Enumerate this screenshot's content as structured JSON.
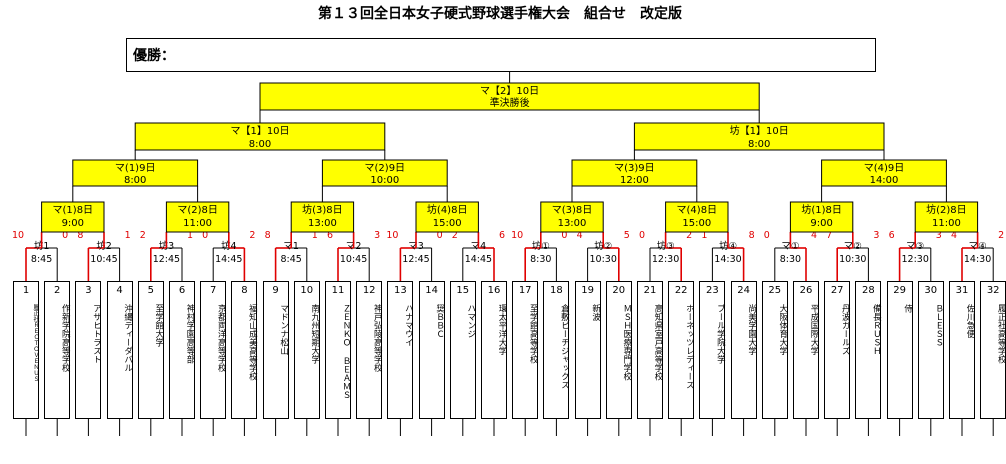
{
  "title": "第１３回全日本女子硬式野球選手権大会　組合せ　改定版",
  "winner_label": "優勝：",
  "final": {
    "line1": "マ【2】10日",
    "line2": "準決勝後"
  },
  "semifinals": [
    {
      "line1": "マ【1】10日",
      "line2": "8:00"
    },
    {
      "line1": "坊【1】10日",
      "line2": "8:00"
    }
  ],
  "quarterfinals": [
    {
      "line1": "マ(1)9日",
      "line2": "8:00"
    },
    {
      "line1": "マ(2)9日",
      "line2": "10:00"
    },
    {
      "line1": "マ(3)9日",
      "line2": "12:00"
    },
    {
      "line1": "マ(4)9日",
      "line2": "14:00"
    }
  ],
  "round16": [
    {
      "line1": "マ(1)8日",
      "line2": "9:00"
    },
    {
      "line1": "マ(2)8日",
      "line2": "11:00"
    },
    {
      "line1": "坊(3)8日",
      "line2": "13:00"
    },
    {
      "line1": "坊(4)8日",
      "line2": "15:00"
    },
    {
      "line1": "マ(3)8日",
      "line2": "13:00"
    },
    {
      "line1": "マ(4)8日",
      "line2": "15:00"
    },
    {
      "line1": "坊(1)8日",
      "line2": "9:00"
    },
    {
      "line1": "坊(2)8日",
      "line2": "11:00"
    }
  ],
  "round32": [
    {
      "line1": "坊1",
      "line2": "8:45"
    },
    {
      "line1": "坊2",
      "line2": "10:45"
    },
    {
      "line1": "坊3",
      "line2": "12:45"
    },
    {
      "line1": "坊4",
      "line2": "14:45"
    },
    {
      "line1": "マ1",
      "line2": "8:45"
    },
    {
      "line1": "マ2",
      "line2": "10:45"
    },
    {
      "line1": "マ3",
      "line2": "12:45"
    },
    {
      "line1": "マ4",
      "line2": "14:45"
    },
    {
      "line1": "坊①",
      "line2": "8:30"
    },
    {
      "line1": "坊②",
      "line2": "10:30"
    },
    {
      "line1": "坊③",
      "line2": "12:30"
    },
    {
      "line1": "坊④",
      "line2": "14:30"
    },
    {
      "line1": "マ①",
      "line2": "8:30"
    },
    {
      "line1": "マ②",
      "line2": "10:30"
    },
    {
      "line1": "マ③",
      "line2": "12:30"
    },
    {
      "line1": "マ④",
      "line2": "14:30"
    }
  ],
  "round32_scores": [
    [
      "10",
      "0"
    ],
    [
      "8",
      "1"
    ],
    [
      "2",
      "1"
    ],
    [
      "0",
      "2"
    ],
    [
      "8",
      "1"
    ],
    [
      "6",
      "3"
    ],
    [
      "10",
      "0"
    ],
    [
      "2",
      "6"
    ],
    [
      "10",
      "0"
    ],
    [
      "4",
      "5"
    ],
    [
      "0",
      "2"
    ],
    [
      "1",
      "8"
    ],
    [
      "0",
      "4"
    ],
    [
      "7",
      "3"
    ],
    [
      "6",
      "3"
    ],
    [
      "4",
      "2"
    ]
  ],
  "teams": [
    {
      "num": "1",
      "name": "履正社ＲＥＣＴＯＶＥＮＵＳ"
    },
    {
      "num": "2",
      "name": "作新学院高等学校"
    },
    {
      "num": "3",
      "name": "アサヒトラスト"
    },
    {
      "num": "4",
      "name": "沖縄ティーダバル"
    },
    {
      "num": "5",
      "name": "至学館大学"
    },
    {
      "num": "6",
      "name": "神村学園高等部"
    },
    {
      "num": "7",
      "name": "京都両洋高等学校"
    },
    {
      "num": "8",
      "name": "福知山成美高等学校"
    },
    {
      "num": "9",
      "name": "マドンナ松山"
    },
    {
      "num": "10",
      "name": "南九州短期大学"
    },
    {
      "num": "11",
      "name": "ＺＥＮＫＯ ＢＥＡＭＳ"
    },
    {
      "num": "12",
      "name": "神戸弘陵高等学校"
    },
    {
      "num": "13",
      "name": "ハナマウイ"
    },
    {
      "num": "14",
      "name": "奨ＢＢＣ"
    },
    {
      "num": "15",
      "name": "ハマンジ"
    },
    {
      "num": "16",
      "name": "環太平洋大学"
    },
    {
      "num": "17",
      "name": "至学館高等学校"
    },
    {
      "num": "18",
      "name": "倉敷ピーチジャックス"
    },
    {
      "num": "19",
      "name": "新波"
    },
    {
      "num": "20",
      "name": "ＭＳＨ医療専門学校"
    },
    {
      "num": "21",
      "name": "高知県室戸高等学校"
    },
    {
      "num": "22",
      "name": "ホーネッツレディース"
    },
    {
      "num": "23",
      "name": "ブール学院大学"
    },
    {
      "num": "24",
      "name": "尚美学園大学"
    },
    {
      "num": "25",
      "name": "大阪体育大学"
    },
    {
      "num": "26",
      "name": "平成国際大学"
    },
    {
      "num": "27",
      "name": "丹波ガールズ"
    },
    {
      "num": "28",
      "name": "備長ＲＵＳＨ"
    },
    {
      "num": "29",
      "name": "侍"
    },
    {
      "num": "30",
      "name": "ＢＬＥＳＳ"
    },
    {
      "num": "31",
      "name": "佐川急便"
    },
    {
      "num": "32",
      "name": "履正社高等学校"
    }
  ]
}
